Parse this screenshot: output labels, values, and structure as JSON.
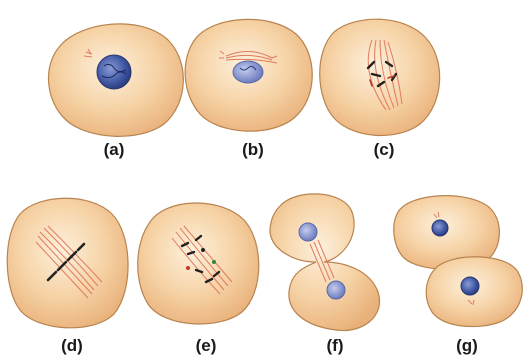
{
  "labels": {
    "a": "(a)",
    "b": "(b)",
    "c": "(c)",
    "d": "(d)",
    "e": "(e)",
    "f": "(f)",
    "g": "(g)"
  },
  "colors": {
    "cytoplasm": "#f3c48f",
    "cytoplasm_light": "#fbe7c8",
    "membrane": "#b8844f",
    "nucleus": "#4a5fa8",
    "spindle": "#e07a5f",
    "chromosome": "#2a2a2a"
  }
}
